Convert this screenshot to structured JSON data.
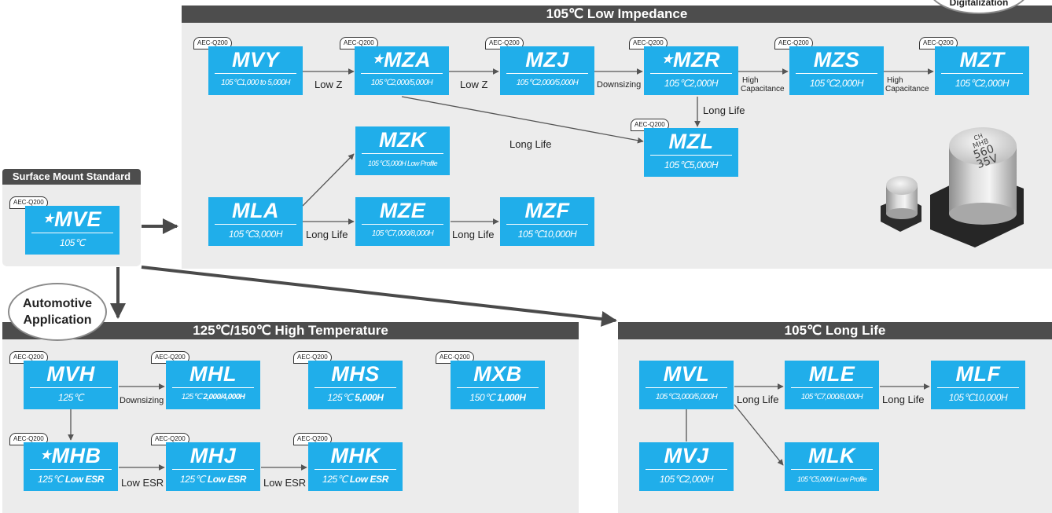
{
  "badge_text": "AEC-Q200",
  "panels": {
    "low_impedance": "105℃ Low Impedance",
    "high_temp": "125℃/150℃ High Temperature",
    "long_life": "105℃ Long Life",
    "surface_mount": "Surface Mount Standard"
  },
  "circles": {
    "automotive": "Automotive Application",
    "digitalization": "Digitalization"
  },
  "star": "★",
  "products": {
    "MVY": {
      "name": "MVY",
      "spec": "105℃1,000 to 5,000H"
    },
    "MZA": {
      "name": "MZA",
      "spec": "105℃2,000/5,000H"
    },
    "MZJ": {
      "name": "MZJ",
      "spec": "105℃2,000/5,000H"
    },
    "MZR": {
      "name": "MZR",
      "spec": "105℃2,000H"
    },
    "MZS": {
      "name": "MZS",
      "spec": "105℃2,000H"
    },
    "MZT": {
      "name": "MZT",
      "spec": "105℃2,000H"
    },
    "MZK": {
      "name": "MZK",
      "spec": "105℃5,000H Low Profile"
    },
    "MZL": {
      "name": "MZL",
      "spec": "105℃5,000H"
    },
    "MLA": {
      "name": "MLA",
      "spec": "105℃3,000H"
    },
    "MZE": {
      "name": "MZE",
      "spec": "105℃7,000/8,000H"
    },
    "MZF": {
      "name": "MZF",
      "spec": "105℃10,000H"
    },
    "MVE": {
      "name": "MVE",
      "spec": "105℃"
    },
    "MVH": {
      "name": "MVH",
      "spec": "125℃"
    },
    "MHL": {
      "name": "MHL",
      "spec_temp": "125℃",
      "spec_life": "2,000/4,000H"
    },
    "MHS": {
      "name": "MHS",
      "spec_temp": "125℃",
      "spec_life": "5,000H"
    },
    "MXB": {
      "name": "MXB",
      "spec_temp": "150℃",
      "spec_life": "1,000H"
    },
    "MHB": {
      "name": "MHB",
      "spec_temp": "125℃",
      "spec_life": "Low ESR"
    },
    "MHJ": {
      "name": "MHJ",
      "spec_temp": "125℃",
      "spec_life": "Low ESR"
    },
    "MHK": {
      "name": "MHK",
      "spec_temp": "125℃",
      "spec_life": "Low ESR"
    },
    "MVL": {
      "name": "MVL",
      "spec": "105℃3,000/5,000H"
    },
    "MLE": {
      "name": "MLE",
      "spec": "105℃7,000/8,000H"
    },
    "MLF": {
      "name": "MLF",
      "spec": "105℃10,000H"
    },
    "MVJ": {
      "name": "MVJ",
      "spec": "105℃2,000H"
    },
    "MLK": {
      "name": "MLK",
      "spec": "105℃5,000H Low Profile"
    }
  },
  "edge_labels": {
    "low_z": "Low Z",
    "downsizing": "Downsizing",
    "high": "High",
    "capacitance": "Capacitance",
    "long_life": "Long Life",
    "low_esr": "Low ESR"
  },
  "capacitor_marking": {
    "brand": "CH",
    "series": "MHB",
    "value": "560",
    "voltage": "35V"
  }
}
